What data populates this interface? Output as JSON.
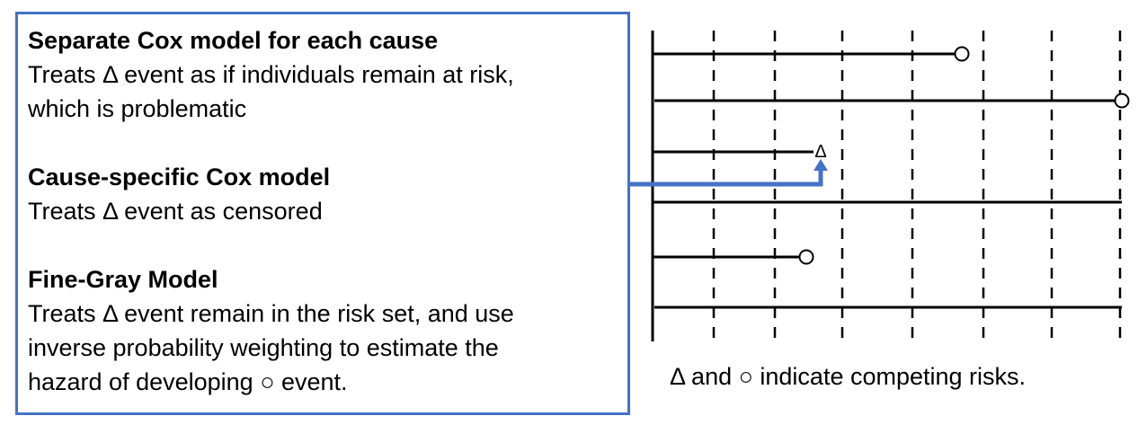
{
  "panel": {
    "sections": [
      {
        "heading": "Separate Cox model for each cause",
        "lines": [
          "Treats Δ event as if individuals remain at risk,",
          "which is problematic"
        ]
      },
      {
        "heading": "Cause-specific Cox model",
        "lines": [
          "Treats Δ event as censored"
        ]
      },
      {
        "heading": "Fine-Gray Model",
        "lines": [
          "Treats Δ event remain in the risk set, and use",
          "inverse probability weighting to estimate the",
          "hazard of developing ○ event."
        ]
      }
    ]
  },
  "diagram": {
    "delta_label": "Δ",
    "caption": "Δ and ○ indicate competing risks.",
    "colors": {
      "panel_border": "#4472c4",
      "arrow": "#4472c4",
      "lines": "#000000"
    }
  }
}
